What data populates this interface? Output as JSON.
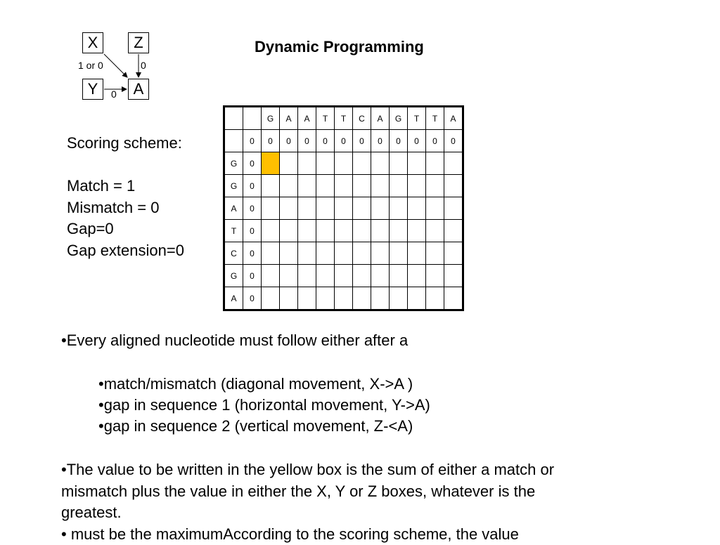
{
  "diagram": {
    "x_label": "X",
    "z_label": "Z",
    "y_label": "Y",
    "a_label": "A",
    "diag_score": "1 or 0",
    "vert_score": "0",
    "horiz_score": "0"
  },
  "title": "Dynamic Programming",
  "scoring": {
    "heading": "Scoring scheme:",
    "match": "Match = 1",
    "mismatch": "Mismatch = 0",
    "gap": "Gap=0",
    "gap_extension": "Gap extension=0"
  },
  "matrix": {
    "header": [
      "",
      "",
      "G",
      "A",
      "A",
      "T",
      "T",
      "C",
      "A",
      "G",
      "T",
      "T",
      "A"
    ],
    "zero_row": [
      "",
      "0",
      "0",
      "0",
      "0",
      "0",
      "0",
      "0",
      "0",
      "0",
      "0",
      "0",
      "0"
    ],
    "rows": [
      [
        "G",
        "0",
        "",
        "",
        "",
        "",
        "",
        "",
        "",
        "",
        "",
        "",
        ""
      ],
      [
        "G",
        "0",
        "",
        "",
        "",
        "",
        "",
        "",
        "",
        "",
        "",
        "",
        ""
      ],
      [
        "A",
        "0",
        "",
        "",
        "",
        "",
        "",
        "",
        "",
        "",
        "",
        "",
        ""
      ],
      [
        "T",
        "0",
        "",
        "",
        "",
        "",
        "",
        "",
        "",
        "",
        "",
        "",
        ""
      ],
      [
        "C",
        "0",
        "",
        "",
        "",
        "",
        "",
        "",
        "",
        "",
        "",
        "",
        ""
      ],
      [
        "G",
        "0",
        "",
        "",
        "",
        "",
        "",
        "",
        "",
        "",
        "",
        "",
        ""
      ],
      [
        "A",
        "0",
        "",
        "",
        "",
        "",
        "",
        "",
        "",
        "",
        "",
        "",
        ""
      ]
    ],
    "highlight_color": "#FFC000"
  },
  "bullets": {
    "intro": "•Every aligned nucleotide must follow either after a",
    "sub1": "•match/mismatch (diagonal movement, X->A )",
    "sub2": "•gap in sequence 1 (horizontal movement, Y->A)",
    "sub3": "•gap in sequence 2 (vertical movement, Z-<A)",
    "para1_line1": "•The value to be written in the yellow box is the sum of either a match or",
    "para1_line2": "mismatch plus the value in either the X, Y or Z boxes, whatever is the",
    "para1_line3": "greatest.",
    "para2": "• must be the maximumAccording to the scoring scheme, the value"
  }
}
